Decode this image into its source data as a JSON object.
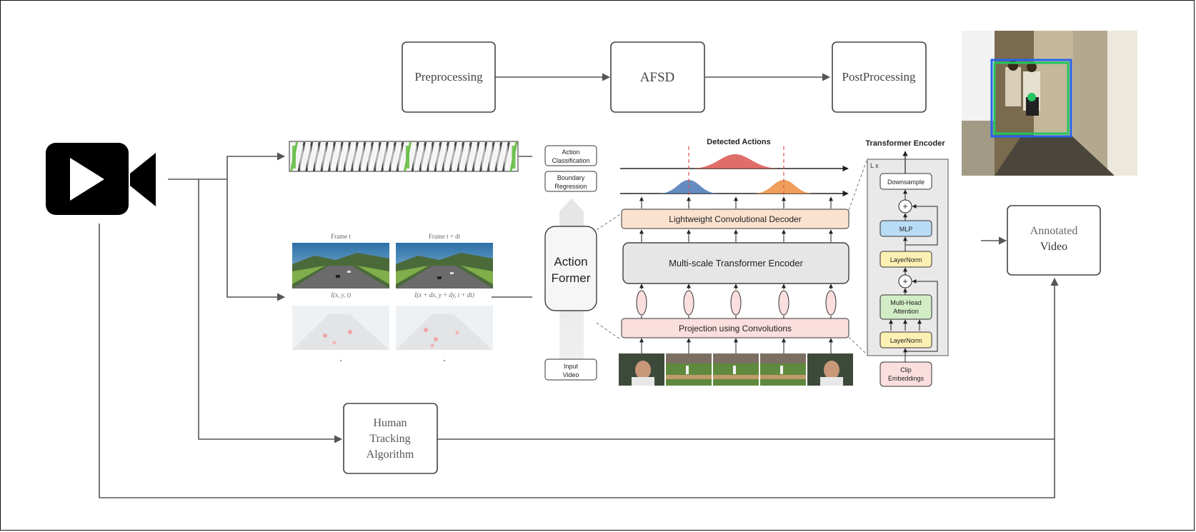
{
  "pipeline": {
    "preprocessing": "Preprocessing",
    "afsd": "AFSD",
    "postprocessing": "PostProcessing",
    "annotated_line1": "Annotated",
    "annotated_line2": "Video",
    "human_line1": "Human",
    "human_line2": "Tracking",
    "human_line3": "Algorithm"
  },
  "optical_flow": {
    "frame_t": "Frame t",
    "frame_t_dt": "Frame t + dt",
    "eq1": "I(x, y, t)",
    "eq2": "I(x + dx, y + dy, t + dt)"
  },
  "action_former": {
    "title_line1": "Action",
    "title_line2": "Former",
    "cls_line1": "Action",
    "cls_line2": "Classification",
    "reg_line1": "Boundary",
    "reg_line2": "Regression",
    "input_line1": "Input",
    "input_line2": "Video",
    "detected_actions": "Detected Actions",
    "decoder": "Lightweight Convolutional Decoder",
    "encoder": "Multi-scale Transformer Encoder",
    "projection": "Projection using Convolutions"
  },
  "transformer": {
    "title": "Transformer Encoder",
    "repeat": "L x",
    "downsample": "Downsample",
    "mlp": "MLP",
    "layernorm_top": "LayerNorm",
    "plus": "+",
    "mha_line1": "Multi-Head",
    "mha_line2": "Attention",
    "layernorm_bottom": "LayerNorm",
    "clip_line1": "Clip",
    "clip_line2": "Embeddings"
  },
  "colors": {
    "decoder_fill": "#fbe2cf",
    "encoder_fill": "#e6e6e6",
    "projection_fill": "#fbdede",
    "mlp_fill": "#b9dcf5",
    "layernorm_fill": "#fdf0b3",
    "mha_fill": "#d2edc6",
    "clip_fill": "#fbdede",
    "gauss_red": "#d9534f",
    "gauss_blue": "#4a78b5",
    "gauss_orange": "#f0944a",
    "strip_accent": "#6cc04a",
    "tracking_green": "#22c55e",
    "tracking_blue": "#2563eb"
  }
}
